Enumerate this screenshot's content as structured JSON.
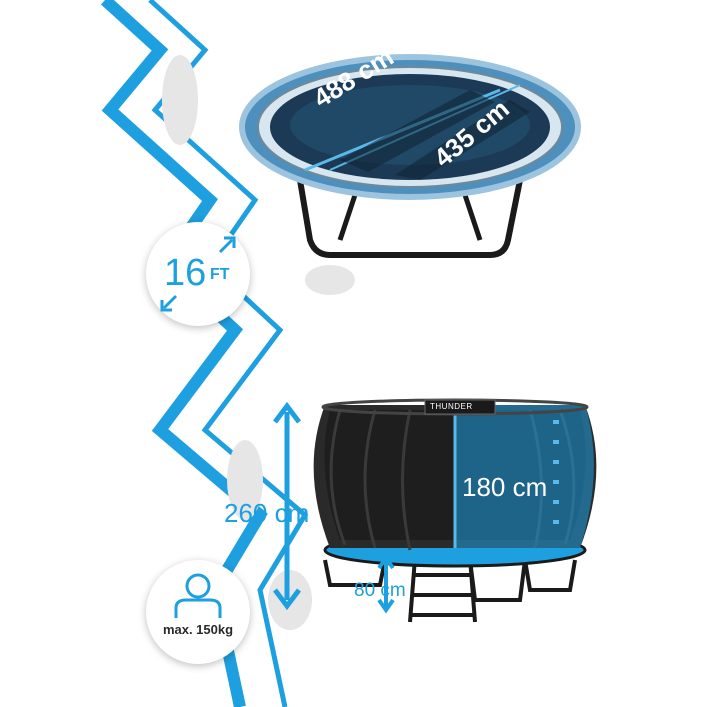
{
  "brand": "THUNDER",
  "mat_diameter": "488 cm",
  "frame_diameter": "435 cm",
  "size_badge": {
    "number": "16",
    "unit": "FT"
  },
  "total_height": "260 cm",
  "net_height": "180 cm",
  "frame_height": "80 cm",
  "max_load": "max. 150kg",
  "colors": {
    "accent": "#1e9fe0",
    "frame": "#222222",
    "mat": "#1c3a55"
  },
  "icons": [
    "diagonal-arrows-icon",
    "user-icon",
    "vertical-arrow-icon"
  ]
}
